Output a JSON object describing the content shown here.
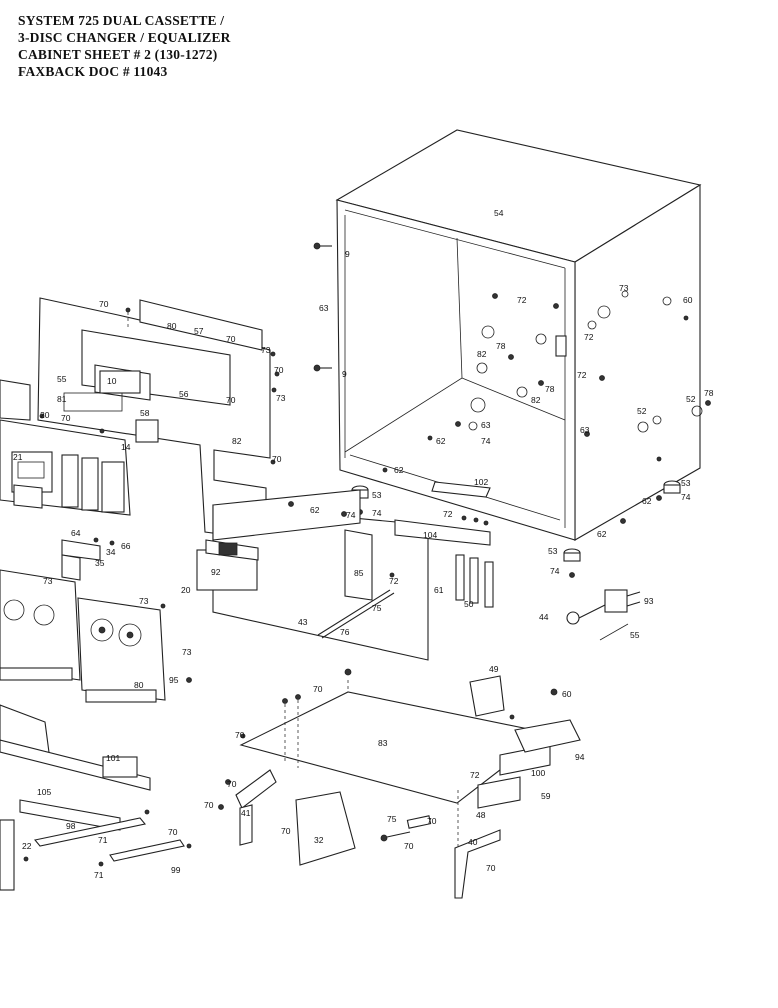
{
  "header": {
    "line1": "SYSTEM 725 DUAL CASSETTE /",
    "line2": "3-DISC CHANGER / EQUALIZER",
    "line3": "CABINET SHEET # 2  (130-1272)",
    "line4": "FAXBACK DOC # 11043"
  },
  "part_labels": {
    "p54": "54",
    "p9a": "9",
    "p9b": "9",
    "p63": "63",
    "p72a": "72",
    "p72b": "72",
    "p73a": "73",
    "p60a": "60",
    "p82a": "82",
    "p78a": "78",
    "p72c": "72",
    "p82b": "82",
    "p78b": "78",
    "p62a": "62",
    "p63b": "63",
    "p74a": "74",
    "p62b": "62",
    "p53a": "53",
    "p102": "102",
    "p52a": "52",
    "p52b": "52",
    "p63c": "63",
    "p53b": "53",
    "p62c": "62",
    "p74b": "74",
    "p62d": "62",
    "p53c": "53",
    "p74c": "74",
    "p70a": "70",
    "p80a": "80",
    "p82c": "82",
    "p73b": "73",
    "p70b": "70",
    "p55": "55",
    "p81": "81",
    "p14": "14",
    "p70c": "70",
    "p21": "21",
    "p70d": "70",
    "p70e": "70",
    "p56": "56",
    "p62e": "62",
    "p74d": "74",
    "p104": "104",
    "p72d": "72",
    "p92": "92",
    "p20": "20",
    "p85": "85",
    "p72e": "72",
    "p61": "61",
    "p50": "50",
    "p93": "93",
    "p44": "44",
    "p55b": "55",
    "p43": "43",
    "p76": "76",
    "p75": "75",
    "p64": "64",
    "p34": "34",
    "p66": "66",
    "p35": "35",
    "p73c": "73",
    "p80b": "80",
    "p73d": "73",
    "p95": "95",
    "p73e": "73",
    "p49": "49",
    "p70f": "70",
    "p60b": "60",
    "p83": "83",
    "p94": "94",
    "p72f": "72",
    "p100": "100",
    "p59": "59",
    "p48": "48",
    "p101": "101",
    "p105": "105",
    "p98": "98",
    "p71a": "71",
    "p22": "22",
    "p70g": "70",
    "p99": "99",
    "p71b": "71",
    "p41": "41",
    "p70h": "70",
    "p70i": "70",
    "p32": "32",
    "p70j": "70",
    "p75b": "75",
    "p70k": "70",
    "p40": "40",
    "p70l": "70",
    "p10": "10",
    "p57": "57",
    "p58": "58",
    "p20b": "20"
  }
}
